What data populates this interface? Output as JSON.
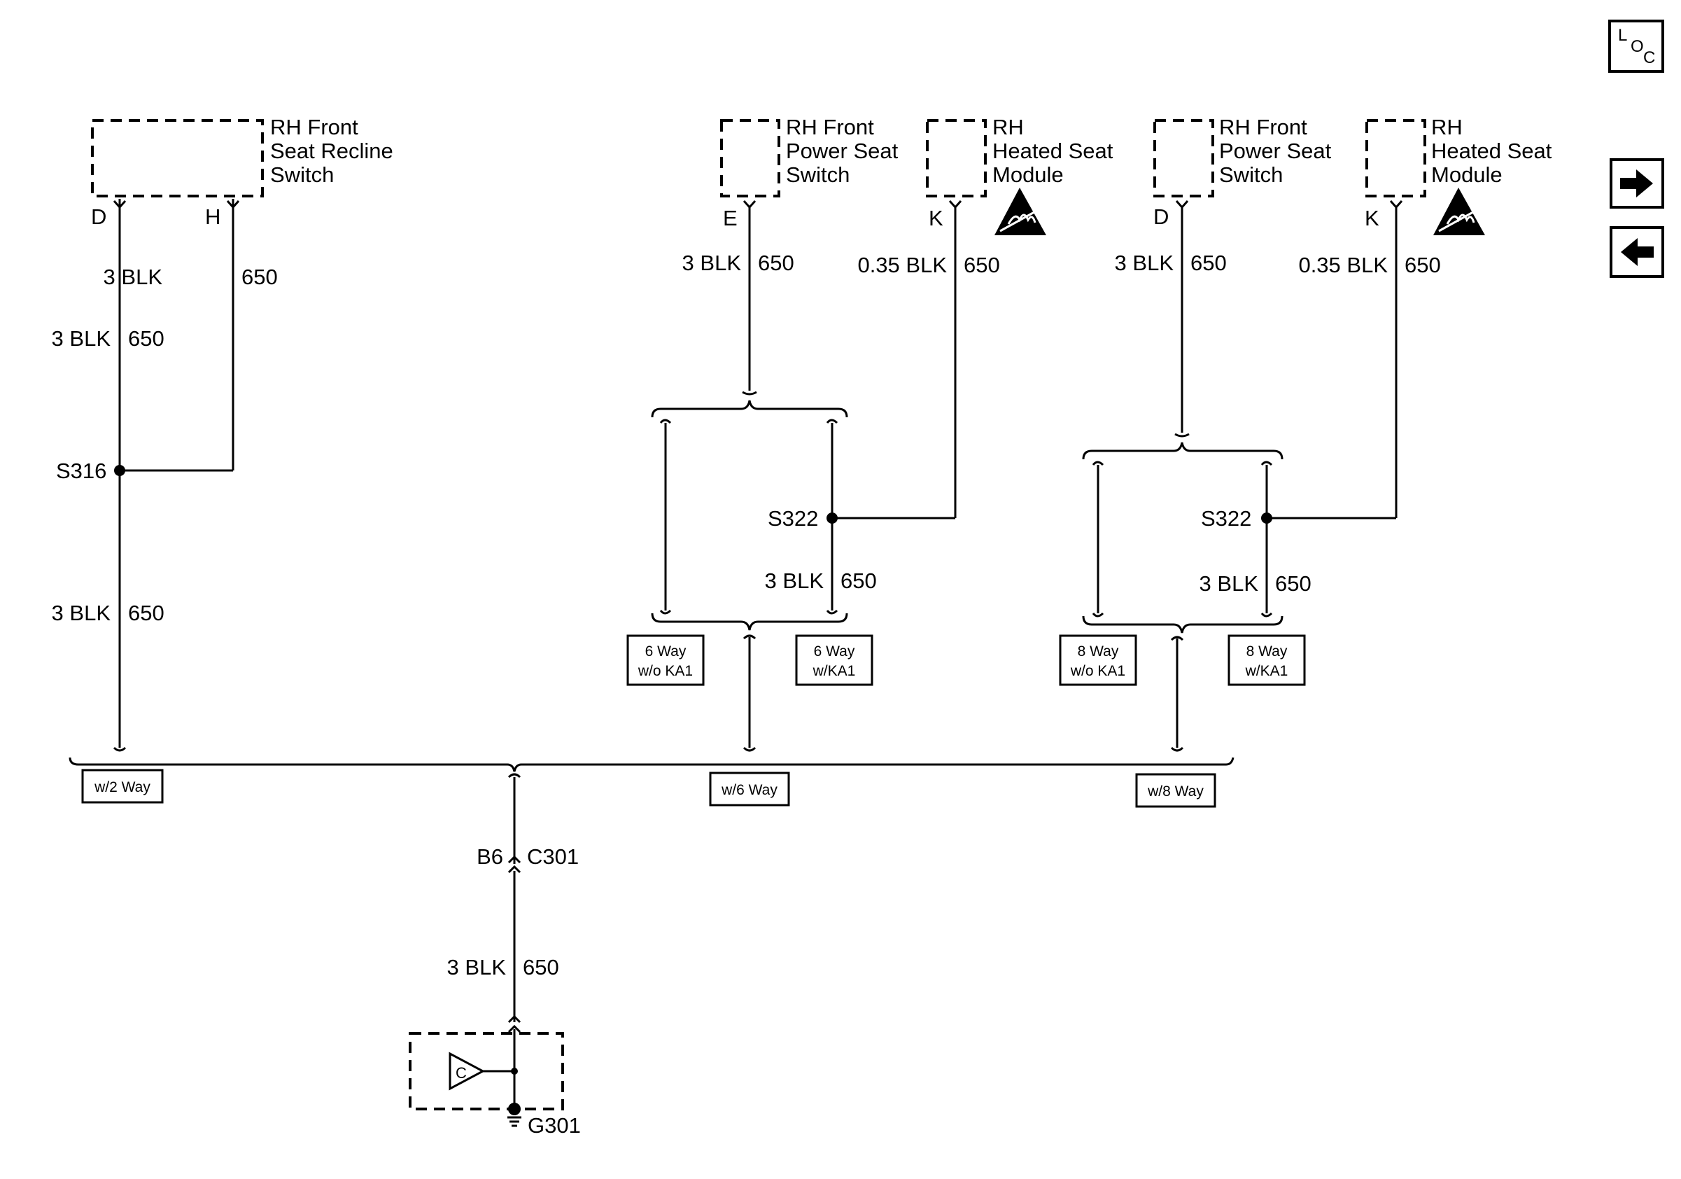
{
  "components": {
    "recline_switch": [
      "RH Front",
      "Seat Recline",
      "Switch"
    ],
    "power_switch_6way": [
      "RH Front",
      "Power Seat",
      "Switch"
    ],
    "heated_module_6way": [
      "RH",
      "Heated Seat",
      "Module"
    ],
    "power_switch_8way": [
      "RH Front",
      "Power Seat",
      "Switch"
    ],
    "heated_module_8way": [
      "RH",
      "Heated Seat",
      "Module"
    ]
  },
  "pins": {
    "recline_d": "D",
    "recline_h": "H",
    "power6_e": "E",
    "heated6_k": "K",
    "power8_d": "D",
    "heated8_k": "K"
  },
  "wires": {
    "recline_h": {
      "gauge_color": "3 BLK",
      "circuit": "650"
    },
    "recline_d": {
      "gauge_color": "3 BLK",
      "circuit": "650"
    },
    "s316_down": {
      "gauge_color": "3 BLK",
      "circuit": "650"
    },
    "power6": {
      "gauge_color": "3 BLK",
      "circuit": "650"
    },
    "heated6": {
      "gauge_color": "0.35 BLK",
      "circuit": "650"
    },
    "s322_6_down": {
      "gauge_color": "3 BLK",
      "circuit": "650"
    },
    "power8": {
      "gauge_color": "3 BLK",
      "circuit": "650"
    },
    "heated8": {
      "gauge_color": "0.35 BLK",
      "circuit": "650"
    },
    "s322_8_down": {
      "gauge_color": "3 BLK",
      "circuit": "650"
    },
    "c301_ground": {
      "gauge_color": "3 BLK",
      "circuit": "650"
    }
  },
  "splices": {
    "s316": "S316",
    "s322_6way": "S322",
    "s322_8way": "S322"
  },
  "option_boxes": {
    "six_way_wo_ka1": [
      "6 Way",
      "w/o KA1"
    ],
    "six_way_w_ka1": [
      "6 Way",
      "w/KA1"
    ],
    "eight_way_wo_ka1": [
      "8 Way",
      "w/o KA1"
    ],
    "eight_way_w_ka1": [
      "8 Way",
      "w/KA1"
    ],
    "w2_way": "w/2 Way",
    "w6_way": "w/6 Way",
    "w8_way": "w/8 Way"
  },
  "connector": {
    "cavity": "B6",
    "name": "C301"
  },
  "ground": {
    "name": "G301",
    "symbol_letter": "C"
  },
  "nav": {
    "loc_letters": [
      "L",
      "O",
      "C"
    ],
    "next_icon": "arrow-right-icon",
    "prev_icon": "arrow-left-icon"
  },
  "esd_icon": "esd-sensitive-icon"
}
